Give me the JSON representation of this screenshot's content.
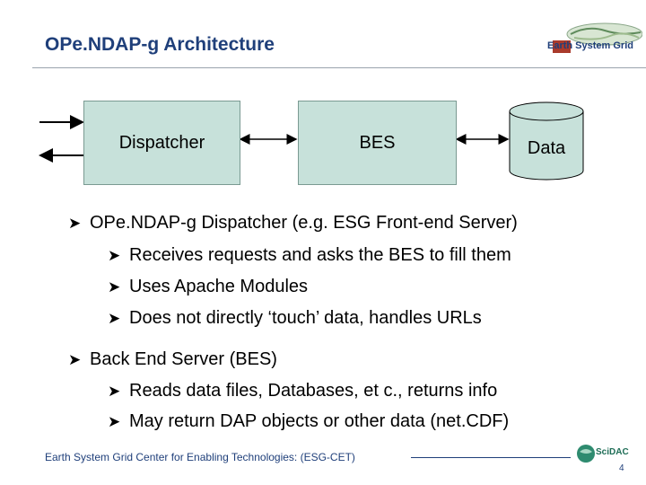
{
  "slide": {
    "title": "OPe.NDAP-g Architecture",
    "logo_text": "Earth System Grid"
  },
  "diagram": {
    "dispatcher_label": "Dispatcher",
    "bes_label": "BES",
    "data_label": "Data"
  },
  "bullets": [
    {
      "text": "OPe.NDAP-g Dispatcher (e.g. ESG Front-end Server)",
      "sub": [
        "Receives requests and asks the BES to fill them",
        "Uses Apache Modules",
        "Does not directly ‘touch’ data, handles URLs"
      ]
    },
    {
      "text": "Back End Server (BES)",
      "sub": [
        "Reads data files, Databases, et c., returns info",
        "May return DAP objects or other data (net.CDF)"
      ]
    }
  ],
  "footer": {
    "text": "Earth System Grid Center for Enabling Technologies: (ESG-CET)",
    "scidac_text": "SciDAC",
    "page_number": "4"
  }
}
